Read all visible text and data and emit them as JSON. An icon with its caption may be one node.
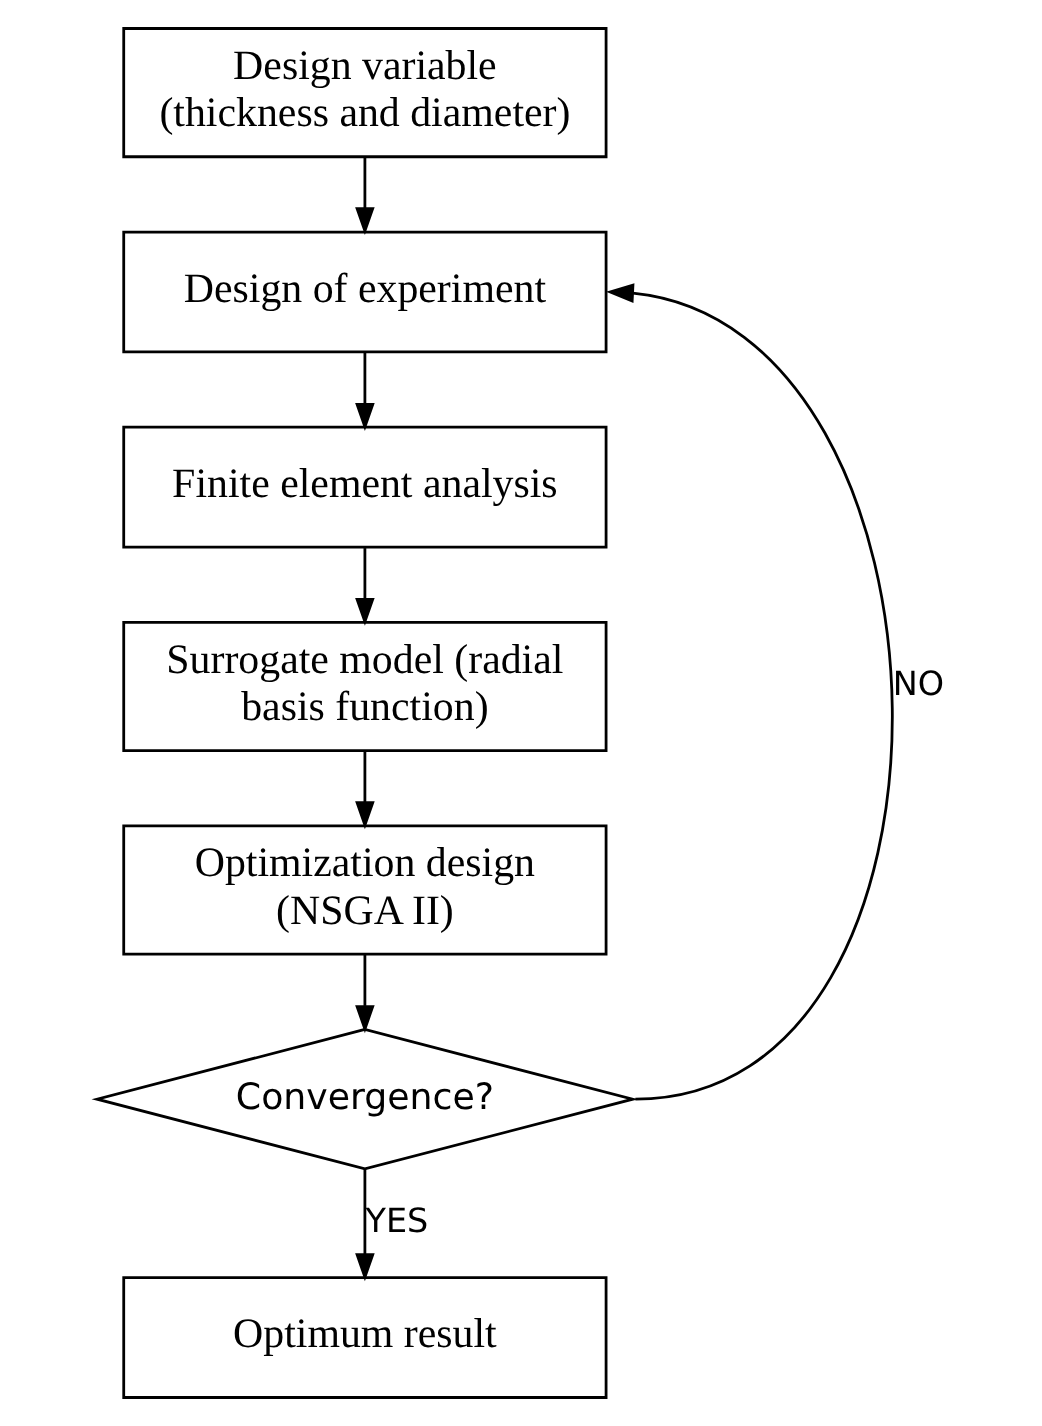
{
  "diagram": {
    "nodes": [
      {
        "text": [
          "Design variable (thickness and diameter)"
        ]
      },
      {
        "text": [
          "Design of experiment"
        ]
      },
      {
        "text": [
          "Finite element analysis"
        ]
      },
      {
        "text": [
          "Surrogate model (radial basis function)"
        ]
      },
      {
        "text": [
          "Optimization design (NSGA II)"
        ]
      },
      {
        "text": [
          "Convergence?"
        ]
      },
      {
        "text": [
          "Optimum result"
        ]
      }
    ],
    "edges": [
      {
        "from": 0,
        "to": 1,
        "arrow": "to"
      },
      {
        "from": 1,
        "to": 2,
        "arrow": "to"
      },
      {
        "from": 2,
        "to": 3,
        "arrow": "to"
      },
      {
        "from": 3,
        "to": 4,
        "arrow": "to"
      },
      {
        "from": 4,
        "to": 5,
        "arrow": "to"
      },
      {
        "from": 5,
        "to": 6,
        "arrow": "to",
        "label": "YES"
      },
      {
        "from": 5,
        "to": 1,
        "arrow": "to",
        "label": "NO"
      }
    ]
  }
}
